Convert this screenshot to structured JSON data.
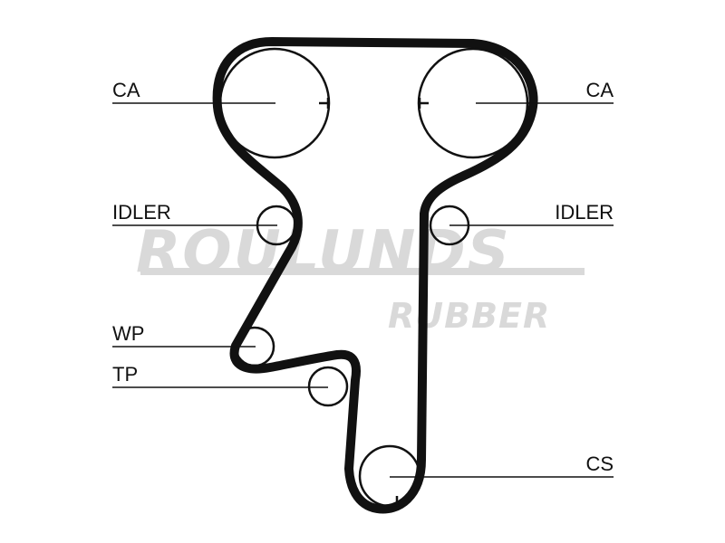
{
  "watermark": {
    "brand": "ROULUNDS",
    "sub": "RUBBER",
    "color": "#d9d9d9"
  },
  "labels": {
    "camshaft_left": "CA",
    "camshaft_right": "CA",
    "idler_left": "IDLER",
    "idler_right": "IDLER",
    "water_pump": "WP",
    "tensioner_pulley": "TP",
    "crankshaft": "CS"
  },
  "colors": {
    "belt": "#111111",
    "background": "#ffffff"
  }
}
